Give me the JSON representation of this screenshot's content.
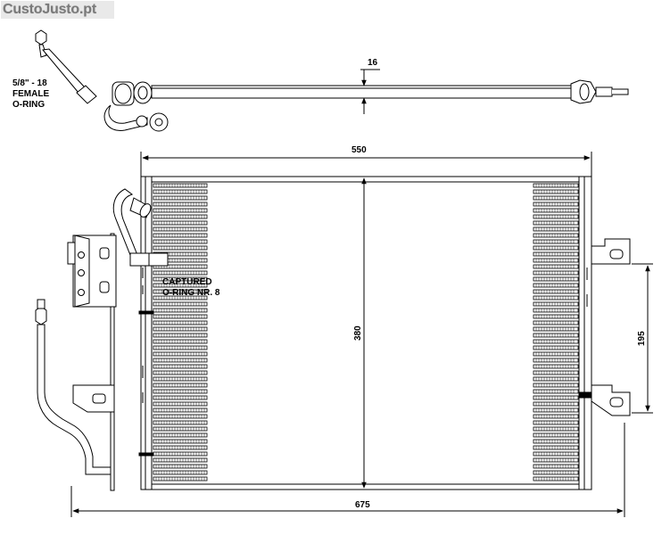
{
  "watermark": {
    "text": "CustoJusto.pt"
  },
  "labels": {
    "fitting_line1": "5/8\" - 18",
    "fitting_line2": "FEMALE",
    "fitting_line3": "O-RING",
    "oring_line1": "CAPTURED",
    "oring_line2": "O-RING NR. 8"
  },
  "dimensions": {
    "pipe_diameter": "16",
    "core_width": "550",
    "core_height": "380",
    "bracket_spacing": "195",
    "overall_width": "675"
  }
}
